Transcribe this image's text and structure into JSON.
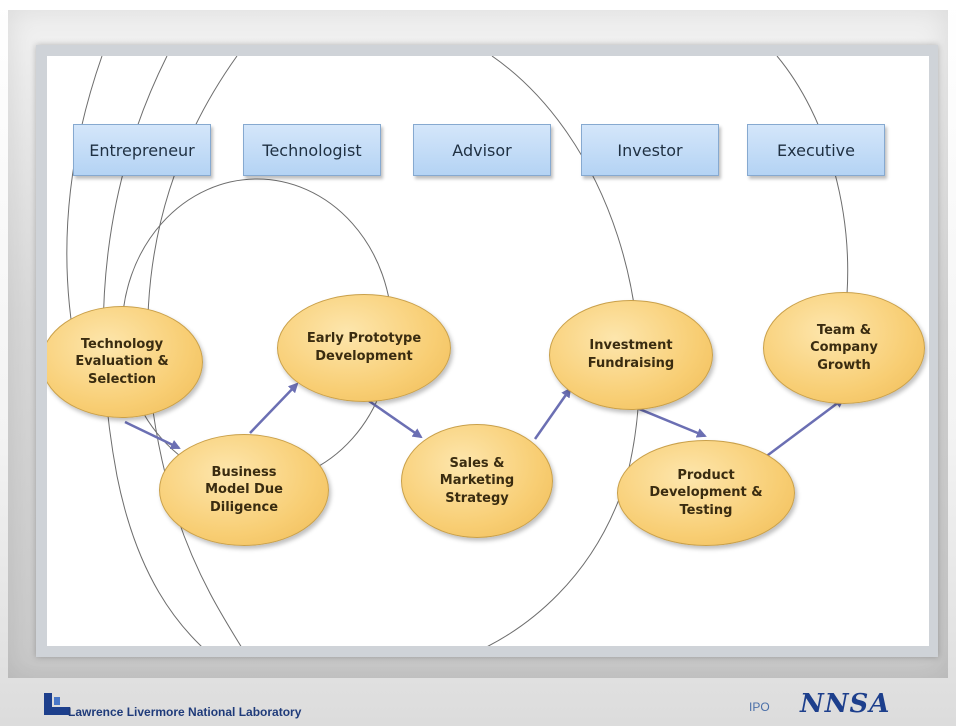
{
  "roles": [
    "Entrepreneur",
    "Technologist",
    "Advisor",
    "Investor",
    "Executive"
  ],
  "stages": [
    {
      "id": "technology-evaluation",
      "label": "Technology\nEvaluation &\nSelection"
    },
    {
      "id": "business-model",
      "label": "Business\nModel Due\nDiligence"
    },
    {
      "id": "early-prototype",
      "label": "Early Prototype\nDevelopment"
    },
    {
      "id": "sales-marketing",
      "label": "Sales &\nMarketing\nStrategy"
    },
    {
      "id": "investment-fundraising",
      "label": "Investment\nFundraising"
    },
    {
      "id": "product-development",
      "label": "Product\nDevelopment &\nTesting"
    },
    {
      "id": "team-growth",
      "label": "Team &\nCompany\nGrowth"
    }
  ],
  "footer": {
    "organization": "Lawrence Livermore National Laboratory",
    "tag": "IPO",
    "partner_logo": "NNSA"
  },
  "colors": {
    "role_box": "#b4d3f4",
    "stage": "#f8ce74",
    "arrow": "#6b6fb3"
  }
}
